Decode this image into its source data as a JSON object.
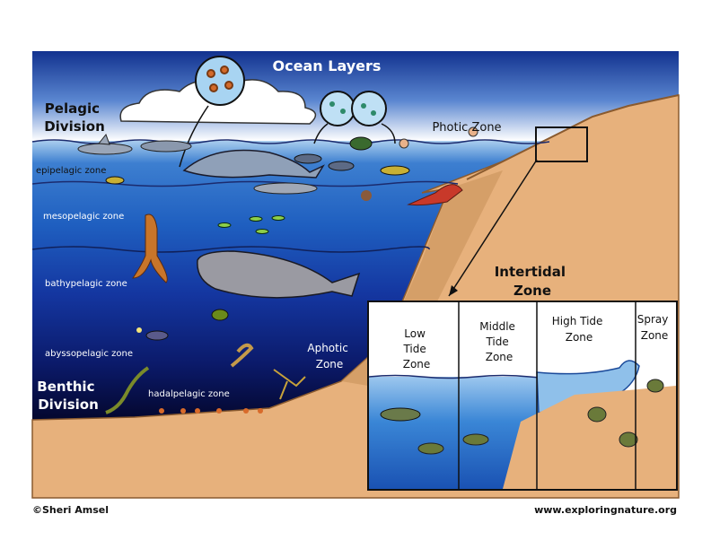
{
  "title": "Ocean Layers",
  "pelagic_division": [
    "Pelagic",
    "Division"
  ],
  "benthic_division": [
    "Benthic",
    "Division"
  ],
  "photic_zone": "Photic Zone",
  "aphotic_zone": [
    "Aphotic",
    "Zone"
  ],
  "zones": {
    "epipelagic": "epipelagic zone",
    "mesopelagic": "mesopelagic zone",
    "bathypelagic": "bathypelagic zone",
    "abyssopelagic": "abyssopelagic zone",
    "hadalpelagic": "hadalpelagic zone"
  },
  "intertidal_zone": [
    "Intertidal",
    "Zone"
  ],
  "tide_zones": {
    "low": [
      "Low",
      "Tide",
      "Zone"
    ],
    "middle": [
      "Middle",
      "Tide",
      "Zone"
    ],
    "high": [
      "High Tide",
      "Zone"
    ],
    "spray": [
      "Spray",
      "Zone"
    ]
  },
  "credit_left": "©Sheri Amsel",
  "credit_right": "www.exploringnature.org",
  "colors": {
    "sky_top": "#12328f",
    "sky_bottom": "#ffffff",
    "ocean_surface": "#9fc6ea",
    "ocean_deep": "#05093a",
    "sand": "#e7b17c",
    "sand_dark": "#c9925c"
  }
}
